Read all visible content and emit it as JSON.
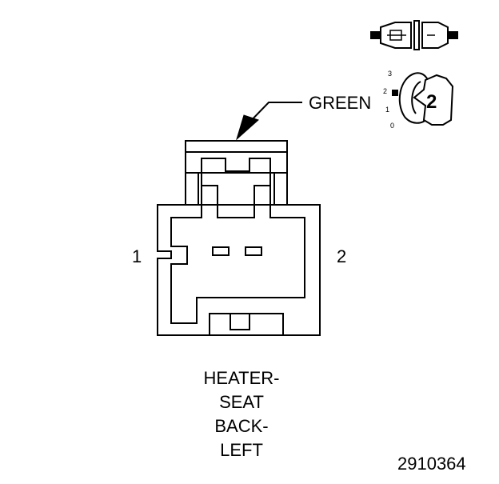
{
  "connector": {
    "wire_color": "GREEN",
    "pin_left": "1",
    "pin_right": "2",
    "title_lines": [
      "HEATER-",
      "SEAT",
      "BACK-",
      "LEFT"
    ]
  },
  "inset": {
    "scale_3": "3",
    "scale_2": "2",
    "scale_1": "1",
    "scale_0": "0",
    "pin_count": "2"
  },
  "figure_id": "2910364"
}
